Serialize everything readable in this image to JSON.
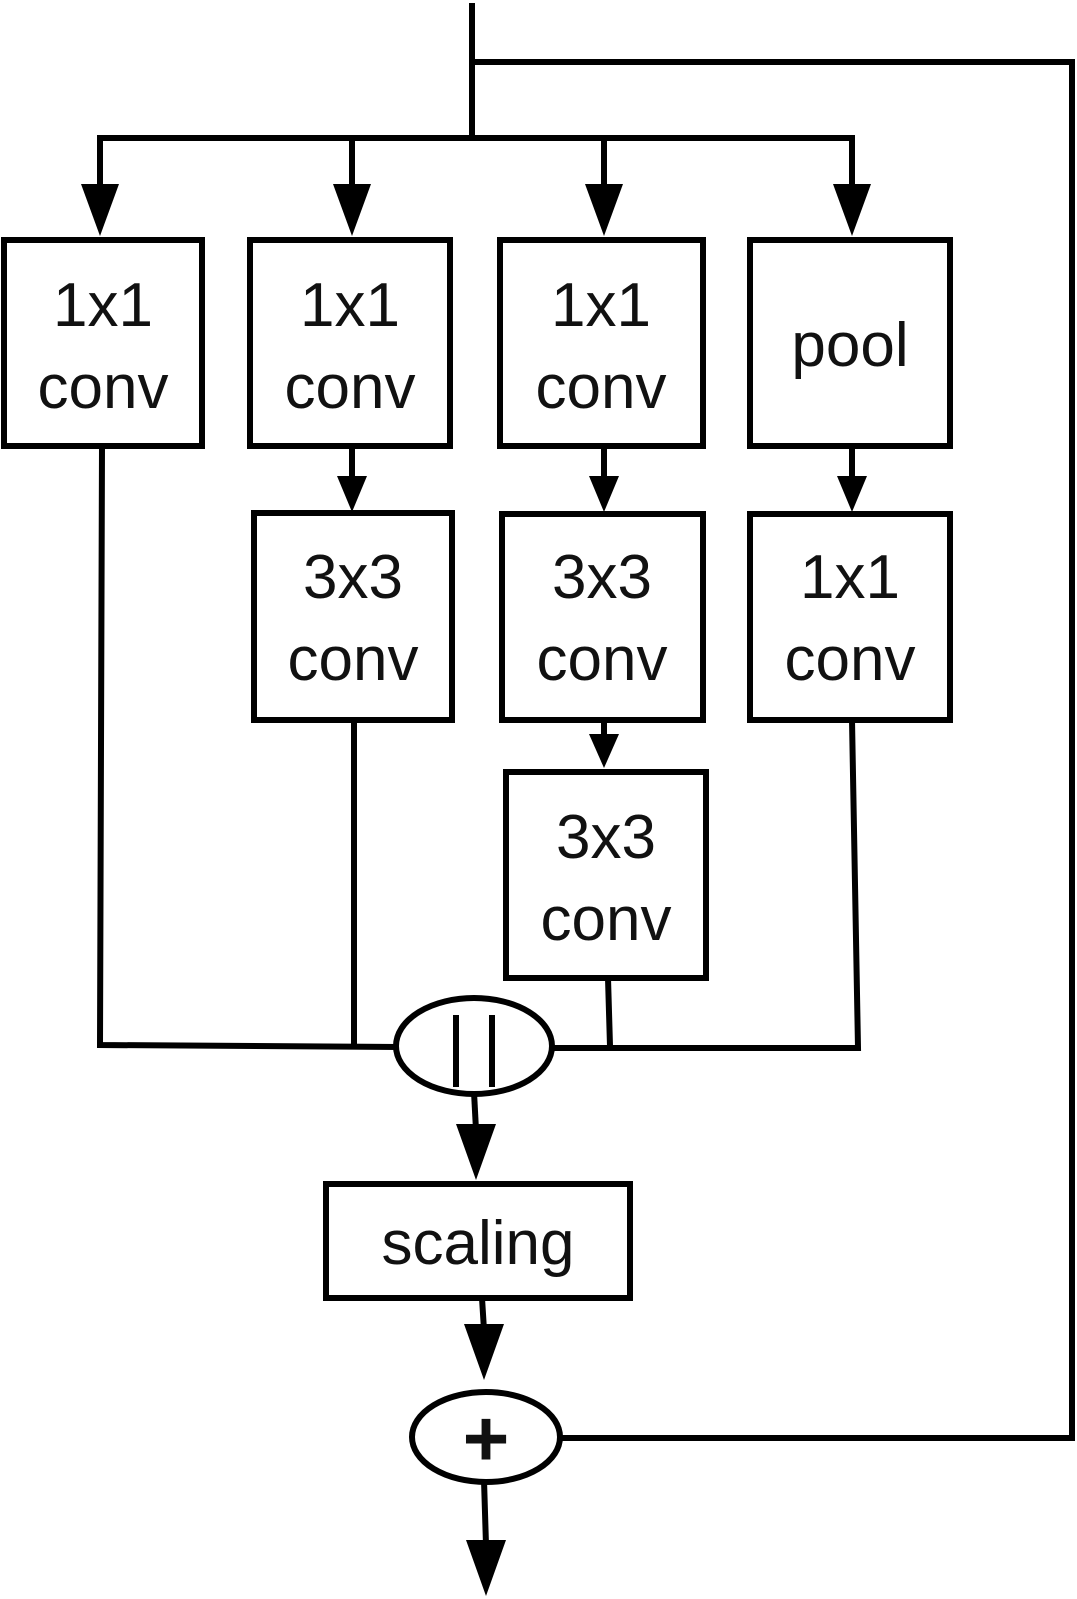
{
  "diagram": {
    "branch1": {
      "conv1": {
        "line1": "1x1",
        "line2": "conv"
      }
    },
    "branch2": {
      "conv1": {
        "line1": "1x1",
        "line2": "conv"
      },
      "conv2": {
        "line1": "3x3",
        "line2": "conv"
      }
    },
    "branch3": {
      "conv1": {
        "line1": "1x1",
        "line2": "conv"
      },
      "conv2": {
        "line1": "3x3",
        "line2": "conv"
      },
      "conv3": {
        "line1": "3x3",
        "line2": "conv"
      }
    },
    "branch4": {
      "pool": {
        "label": "pool"
      },
      "conv1": {
        "line1": "1x1",
        "line2": "conv"
      }
    },
    "concat": {
      "symbol": "||"
    },
    "scaling": {
      "label": "scaling"
    },
    "add": {
      "symbol": "+"
    }
  }
}
